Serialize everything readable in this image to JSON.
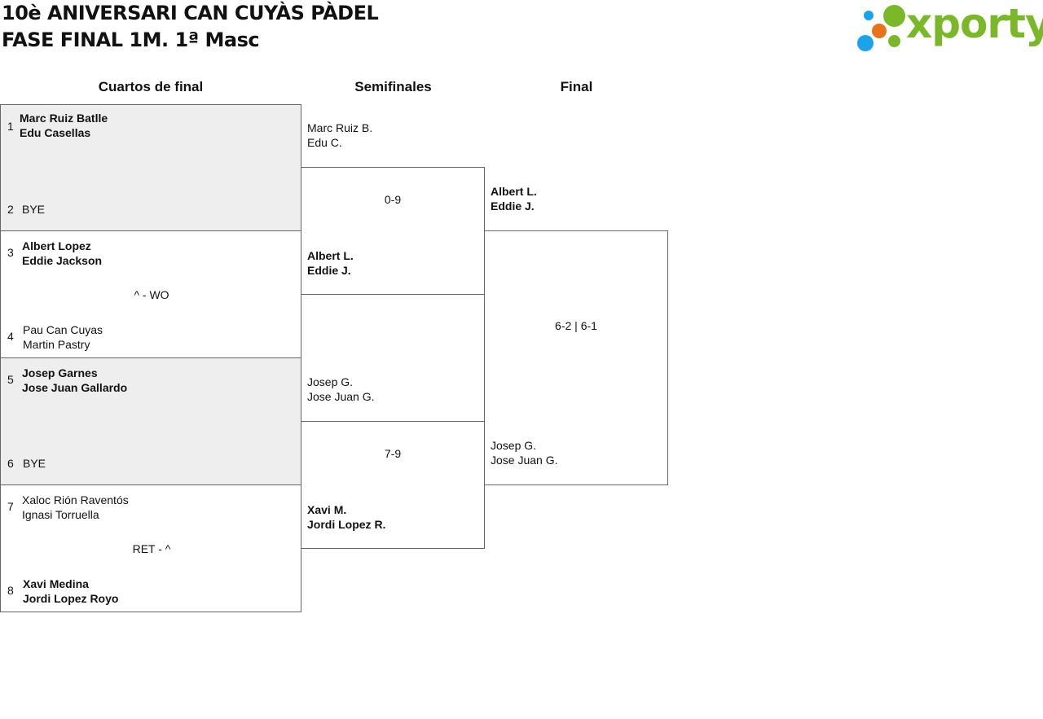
{
  "header": {
    "title_line1": "10è ANIVERSARI CAN CUYÀS PÀDEL",
    "title_line2": "FASE FINAL 1M. 1ª Masc",
    "logo_text": "xporty",
    "logo_colors": {
      "green": "#7ab829",
      "blue": "#1aa3e8",
      "orange": "#e8731a"
    }
  },
  "columns": {
    "quarters": "Cuartos de final",
    "semis": "Semifinales",
    "final": "Final"
  },
  "quarterfinals": [
    {
      "seed_a": "1",
      "a1": "Marc Ruiz Batlle",
      "a2": "Edu Casellas",
      "seed_b": "2",
      "b1": "BYE",
      "b2": "",
      "score": ""
    },
    {
      "seed_a": "3",
      "a1": "Albert Lopez",
      "a2": "Eddie Jackson",
      "seed_b": "4",
      "b1": "Pau Can Cuyas",
      "b2": "Martin Pastry",
      "score": "^ - WO"
    },
    {
      "seed_a": "5",
      "a1": "Josep Garnes",
      "a2": "Jose Juan Gallardo",
      "seed_b": "6",
      "b1": "BYE",
      "b2": "",
      "score": ""
    },
    {
      "seed_a": "7",
      "a1": "Xaloc Rión Raventós",
      "a2": "Ignasi Torruella",
      "seed_b": "8",
      "b1": "Xavi Medina",
      "b2": "Jordi Lopez Royo",
      "score": "RET - ^"
    }
  ],
  "semifinals": [
    {
      "a1": "Marc Ruiz B.",
      "a2": "Edu C.",
      "b1": "Albert L.",
      "b2": "Eddie J.",
      "score": "0-9"
    },
    {
      "a1": "Josep G.",
      "a2": "Jose Juan G.",
      "b1": "Xavi M.",
      "b2": "Jordi Lopez R.",
      "score": "7-9"
    }
  ],
  "final": {
    "a1": "Albert L.",
    "a2": "Eddie J.",
    "b1": "Josep G.",
    "b2": "Jose Juan G.",
    "score": "6-2 | 6-1"
  }
}
